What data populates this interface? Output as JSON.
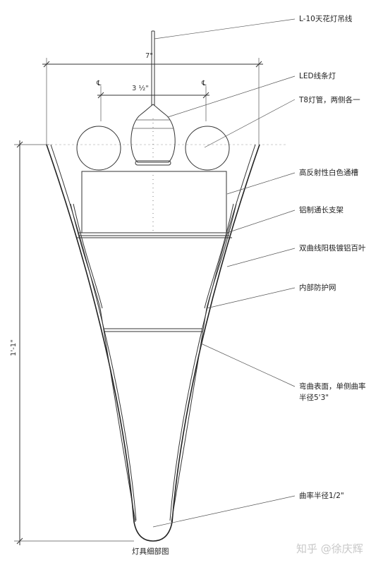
{
  "labels": {
    "pendant_cable": "L-10天花灯吊线",
    "led_strip": "LED线条灯",
    "t8_tube": "T8灯管，两侧各一",
    "reflective_trough": "高反射性白色通槽",
    "aluminum_bracket": "铝制通长支架",
    "louver": "双曲线阳极镀铝百叶",
    "protective_mesh": "内部防护网",
    "curved_surface_line1": "弯曲表面，单侧曲率",
    "curved_surface_line2": "半径5'3\"",
    "tip_radius": "曲率半径1/2\""
  },
  "dimensions": {
    "overall_width": "7\"",
    "tube_spacing": "3 ½\"",
    "height": "1'-1\"",
    "centerline_mark": "℄"
  },
  "caption": "灯具细部图",
  "watermark": "知乎 @徐庆辉"
}
